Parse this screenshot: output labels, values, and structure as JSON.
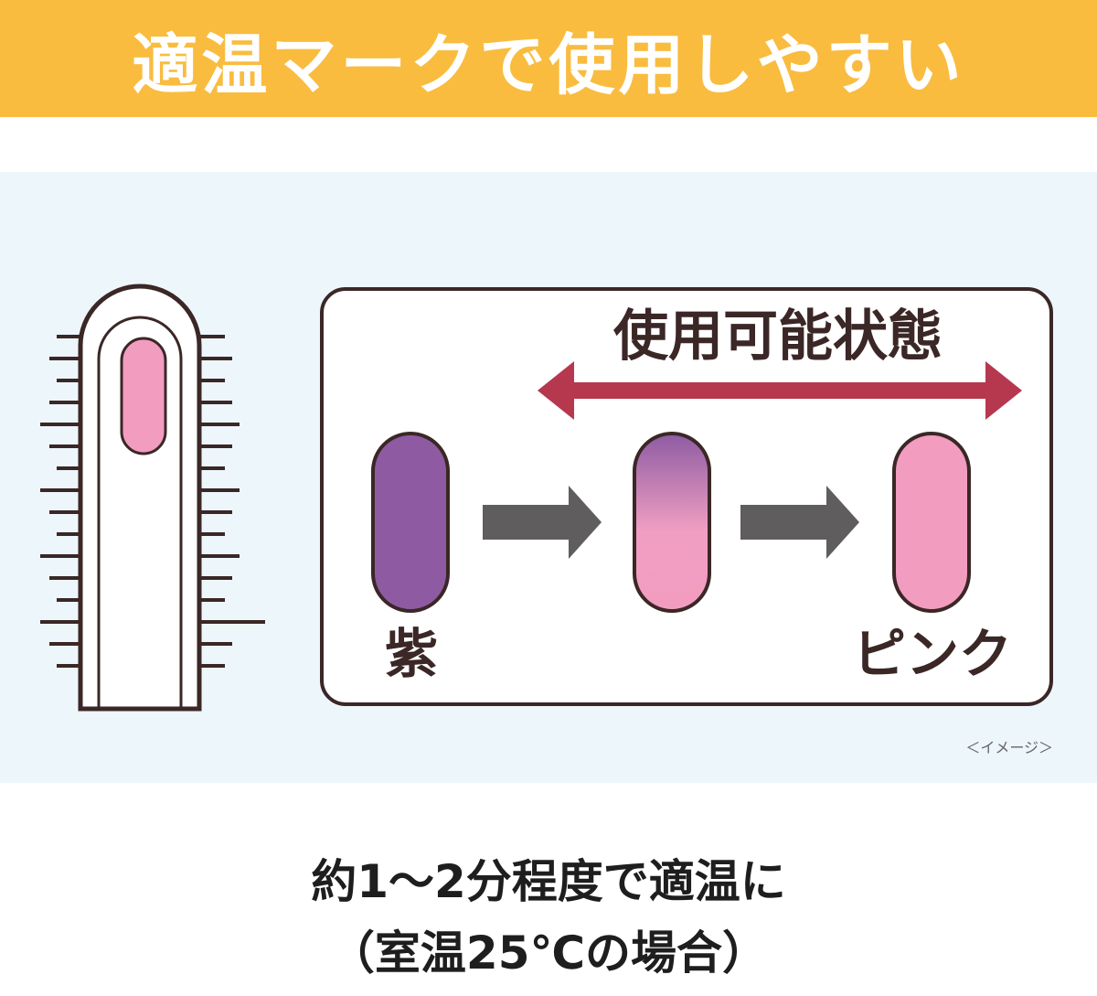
{
  "banner": {
    "title": "適温マークで使用しやすい",
    "background": "#f9bc3f"
  },
  "diagram": {
    "usable_label": "使用可能状態",
    "start_color_label": "紫",
    "end_color_label": "ピンク",
    "image_note": "＜イメージ＞",
    "colors": {
      "purple": "#8e5ba3",
      "pink": "#f29cc0",
      "arrow_red": "#b5384f",
      "arrow_gray": "#5f5d5e",
      "outline": "#3a2726"
    }
  },
  "caption": {
    "line1": "約1～2分程度で適温に",
    "line2": "（室温25℃の場合）"
  }
}
